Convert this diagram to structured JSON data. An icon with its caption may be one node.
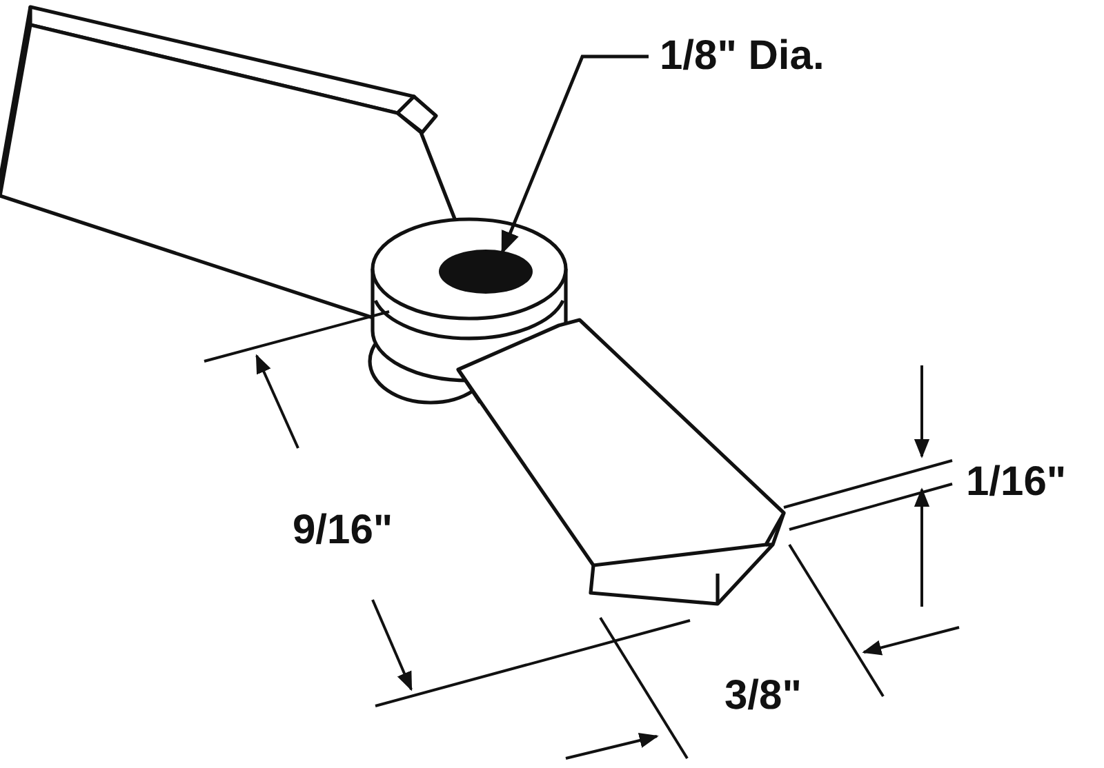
{
  "diagram": {
    "nodes": [
      {
        "text": [
          "1/8\" Dia."
        ]
      },
      {
        "text": [],
        "shape": "circle"
      }
    ],
    "edges": [
      {
        "from": 0,
        "to": 1,
        "arrow": "to"
      }
    ],
    "labels": [
      "9/16\"",
      "1/16\"",
      "3/8\""
    ]
  }
}
